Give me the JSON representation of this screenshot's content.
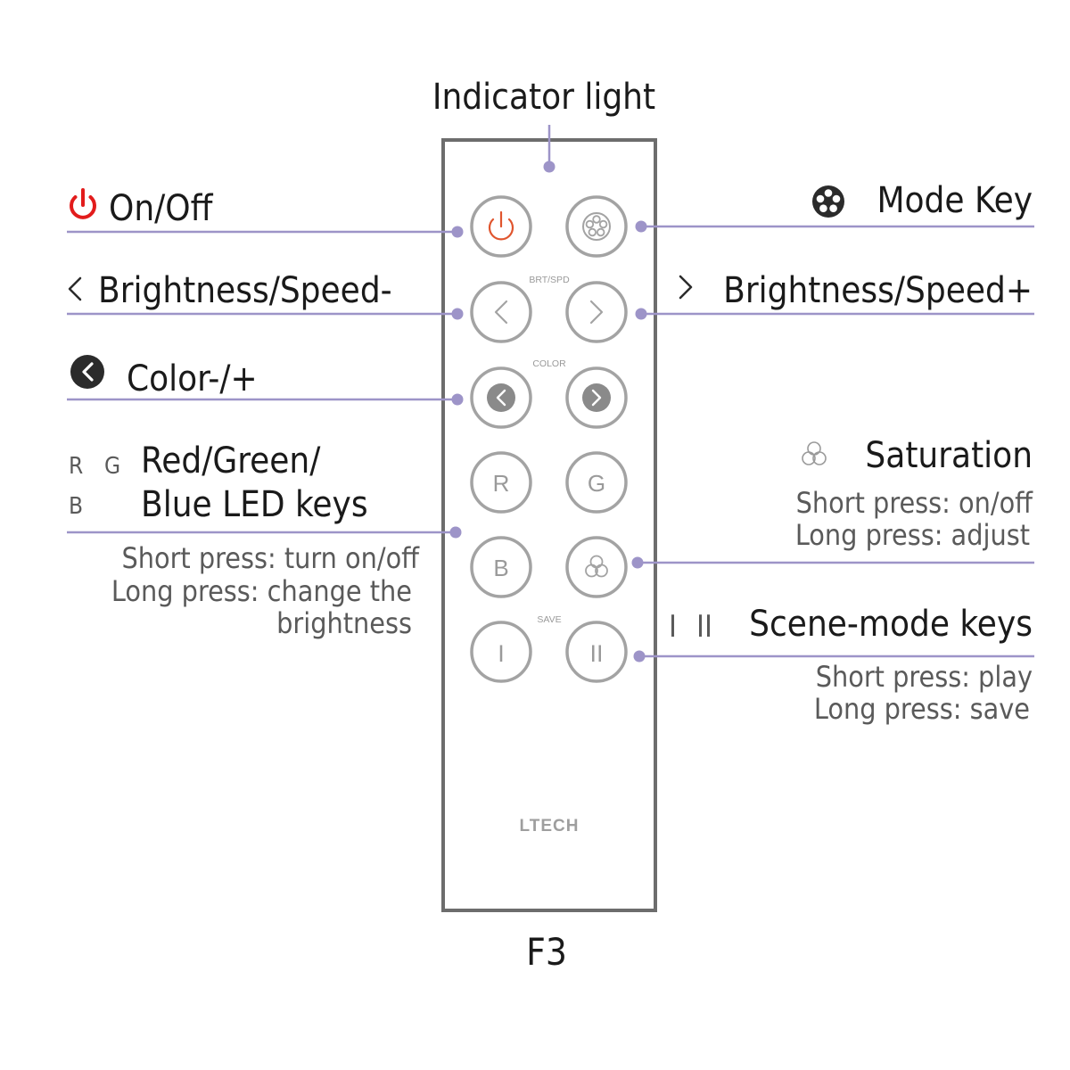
{
  "diagram": {
    "indicator_label": "Indicator light",
    "on_off_label": "On/Off",
    "mode_key_label": "Mode Key",
    "brightness_minus_label": "Brightness/Speed-",
    "brightness_plus_label": "Brightness/Speed+",
    "color_label": "Color-/+",
    "rgb_label_line1": "Red/Green/",
    "rgb_label_line2": "Blue LED keys",
    "rgb_letter_r": "R",
    "rgb_letter_g": "G",
    "rgb_letter_b": "B",
    "rgb_desc": [
      "Short press: turn on/off",
      "Long press: change the",
      "brightness"
    ],
    "saturation_label": "Saturation",
    "saturation_desc": [
      "Short press: on/off",
      "Long press: adjust"
    ],
    "scene_mark_1": "I",
    "scene_mark_2": "II",
    "scene_label": "Scene-mode keys",
    "scene_desc": [
      "Short press: play",
      "Long press: save"
    ],
    "model_name": "F3"
  },
  "remote": {
    "section_brt": "BRT/SPD",
    "section_color": "COLOR",
    "section_save": "SAVE",
    "key_r": "R",
    "key_g": "G",
    "key_b": "B",
    "key_scene1": "I",
    "key_scene2": "II",
    "brand": "LTECH"
  },
  "colors": {
    "callout_line": "#9d94c8",
    "power_red": "#e21c1c",
    "button_ring": "#a3a3a3",
    "remote_border": "#6d6d6d"
  }
}
